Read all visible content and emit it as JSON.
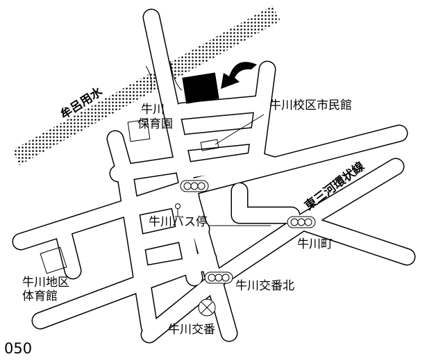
{
  "map_id": "050",
  "canal": {
    "name": "牟呂用水"
  },
  "highway": {
    "name": "東三河環状線"
  },
  "labels": {
    "destination": "牛川校区市民館",
    "nursery_line1": "牛川",
    "nursery_line2": "保育園",
    "bus_stop": "牛川バス停",
    "town": "牛川町",
    "gym_line1": "牛川地区",
    "gym_line2": "体育館",
    "signal_north_of_police": "牛川交番北",
    "police_box": "牛川交番"
  },
  "colors": {
    "ink": "#000000",
    "paper": "#ffffff"
  }
}
